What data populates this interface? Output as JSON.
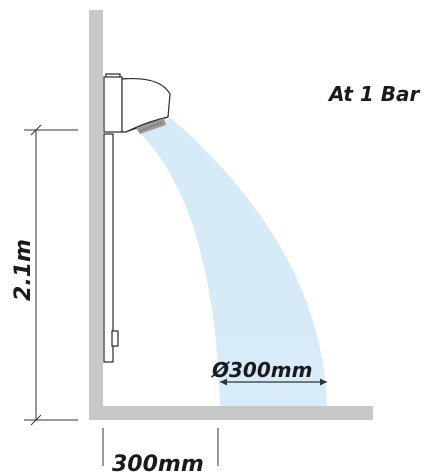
{
  "labels": {
    "pressure": "At 1 Bar",
    "height": "2.1m",
    "spray_diameter": "Ø300mm",
    "offset": "300mm"
  },
  "colors": {
    "wall": "#c8c8c8",
    "spray": "#cfe6f6",
    "shower_outline": "#2a2a2a",
    "dimension_line": "#333333",
    "text": "#1a1a1a"
  }
}
